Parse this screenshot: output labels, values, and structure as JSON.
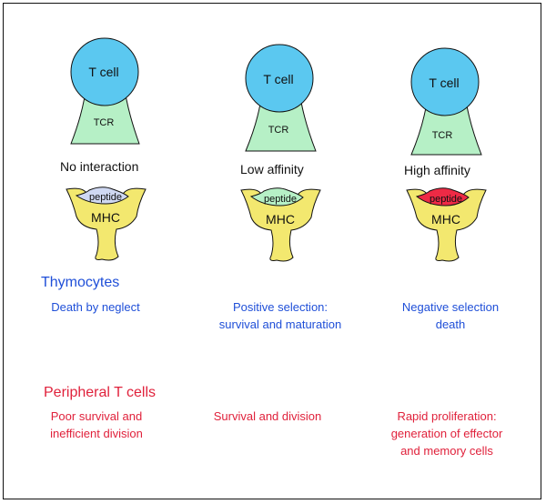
{
  "columns": [
    {
      "tcell_label": "T cell",
      "tcr_label": "TCR",
      "interaction_label": "No interaction",
      "peptide_label": "peptide",
      "mhc_label": "MHC",
      "thymocyte_outcome": [
        "Death by neglect"
      ],
      "peripheral_outcome": [
        "Poor survival and",
        "inefficient division"
      ]
    },
    {
      "tcell_label": "T cell",
      "tcr_label": "TCR",
      "interaction_label": "Low affinity",
      "peptide_label": "peptide",
      "mhc_label": "MHC",
      "thymocyte_outcome": [
        "Positive selection:",
        "survival and maturation"
      ],
      "peripheral_outcome": [
        "Survival and division"
      ]
    },
    {
      "tcell_label": "T cell",
      "tcr_label": "TCR",
      "interaction_label": "High affinity",
      "peptide_label": "peptide",
      "mhc_label": "MHC",
      "thymocyte_outcome": [
        "Negative selection",
        "death"
      ],
      "peripheral_outcome": [
        "Rapid proliferation:",
        "generation of effector",
        "and memory cells"
      ]
    }
  ],
  "headings": {
    "thymocytes": "Thymocytes",
    "peripheral": "Peripheral T cells"
  },
  "colors": {
    "tcell": "#5bc8f0",
    "tcr": "#b6f0c6",
    "mhc": "#f3e86f",
    "peptide_no": "#cfd8f2",
    "peptide_low": "#b6f0c6",
    "peptide_high": "#ee2a45",
    "thymocyte_text": "#1f4fd8",
    "peripheral_text": "#e0213b"
  }
}
